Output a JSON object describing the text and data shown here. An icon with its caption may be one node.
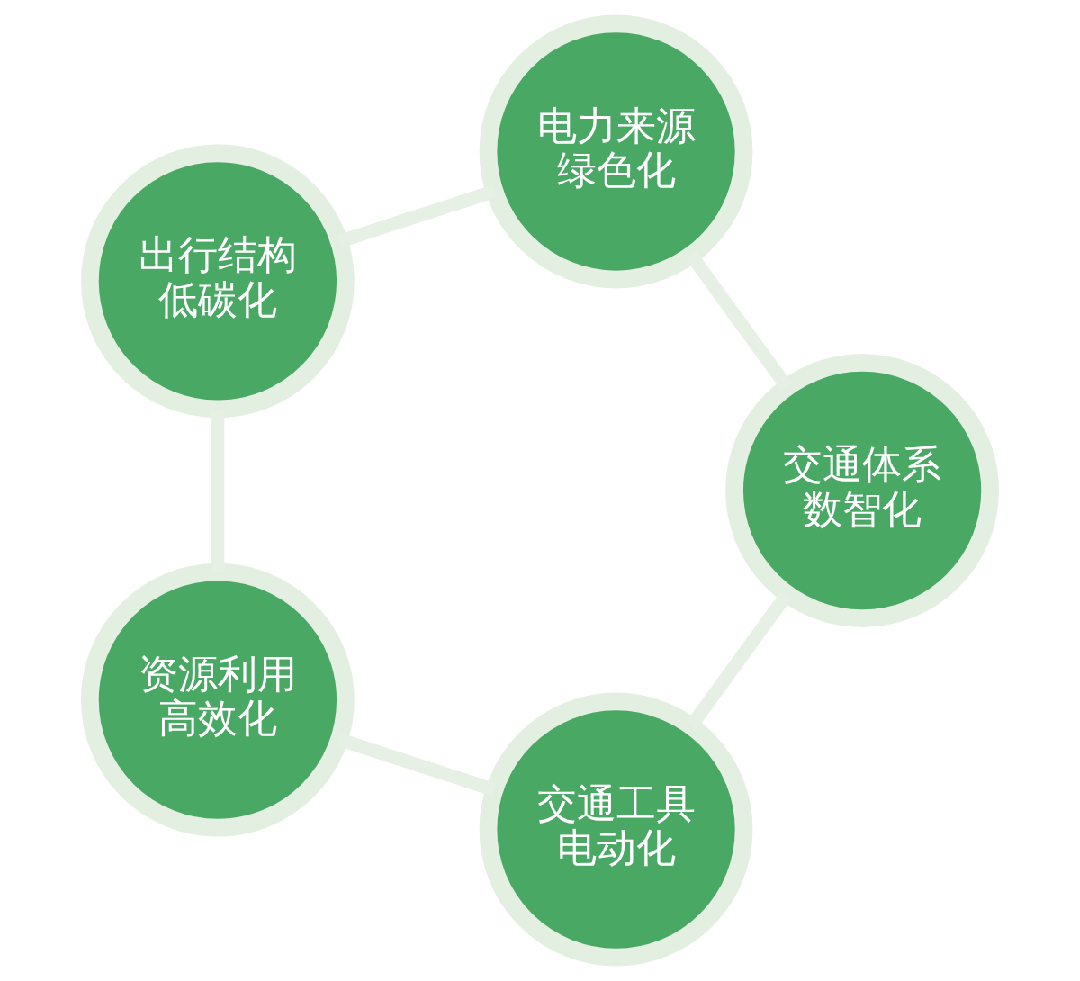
{
  "diagram": {
    "nodes": [
      {
        "text": [
          "交通工具电动化"
        ]
      },
      {
        "text": [
          "资源利用高效化"
        ]
      },
      {
        "text": [
          "出行结构低碳化"
        ]
      },
      {
        "text": [
          "电力来源绿色化"
        ]
      },
      {
        "text": [
          "交通体系数智化"
        ]
      }
    ],
    "edges": [
      {
        "from": 0,
        "to": 1,
        "arrow": "none"
      },
      {
        "from": 1,
        "to": 2,
        "arrow": "none"
      },
      {
        "from": 2,
        "to": 3,
        "arrow": "none"
      },
      {
        "from": 3,
        "to": 4,
        "arrow": "none"
      },
      {
        "from": 4,
        "to": 0,
        "arrow": "none"
      }
    ]
  }
}
